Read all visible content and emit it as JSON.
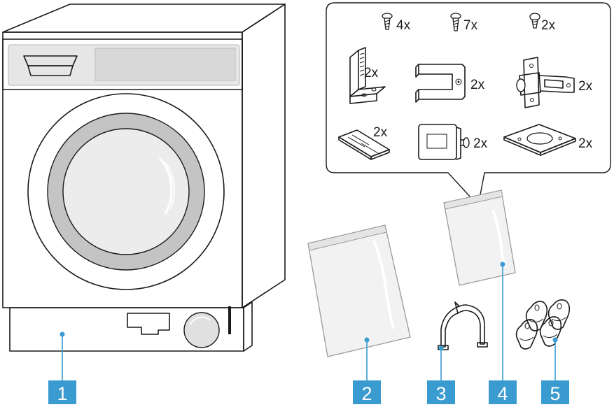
{
  "hardware_panel": {
    "screws": [
      {
        "icon": "screw-icon",
        "qty": "4x"
      },
      {
        "icon": "screw-icon",
        "qty": "7x"
      },
      {
        "icon": "screw-icon",
        "qty": "2x"
      }
    ],
    "parts": [
      {
        "icon": "mounting-bracket-icon",
        "qty": "2x"
      },
      {
        "icon": "u-clamp-icon",
        "qty": "2x"
      },
      {
        "icon": "hinge-icon",
        "qty": "2x"
      },
      {
        "icon": "slotted-plate-icon",
        "qty": "2x"
      },
      {
        "icon": "catch-block-icon",
        "qty": "2x"
      },
      {
        "icon": "base-plate-icon",
        "qty": "2x"
      }
    ]
  },
  "callouts": [
    {
      "label": "1",
      "item": "washing-machine"
    },
    {
      "label": "2",
      "item": "document-bag"
    },
    {
      "label": "3",
      "item": "hose-holder"
    },
    {
      "label": "4",
      "item": "hardware-bag"
    },
    {
      "label": "5",
      "item": "caps"
    }
  ],
  "colors": {
    "accent": "#3a9bd0",
    "line": "#1a1a1a",
    "glass": "#c9c9c9"
  }
}
